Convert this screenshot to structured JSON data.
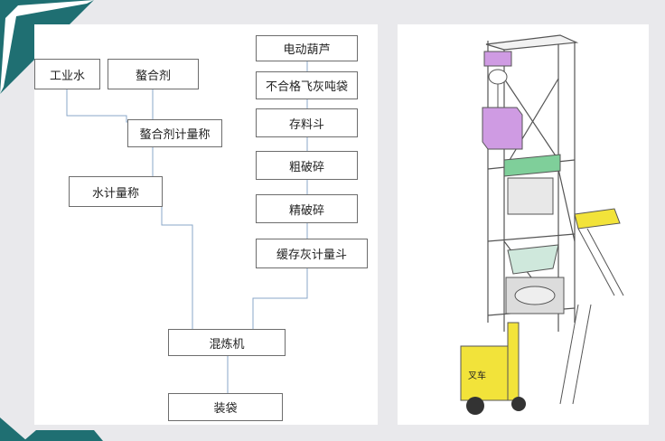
{
  "flowchart": {
    "industrial_water": "工业水",
    "chelating_agent": "螯合剂",
    "chelating_agent_scale": "螯合剂计量称",
    "water_scale": "水计量称",
    "electric_hoist": "电动葫芦",
    "fly_ash_bag": "不合格飞灰吨袋",
    "storage_hopper": "存料斗",
    "coarse_crushing": "粗破碎",
    "fine_crushing": "精破碎",
    "ash_buffer_hopper": "缓存灰计量斗",
    "mixer": "混炼机",
    "bagging": "装袋"
  },
  "illustration": {
    "forklift_label": "叉车"
  },
  "colors": {
    "accent_teal": "#1f6f72",
    "line_blue": "#8aa7c8",
    "hoist_purple": "#cf9be3",
    "hopper_green": "#7fcf9a",
    "forklift_yellow": "#f2e33a"
  }
}
